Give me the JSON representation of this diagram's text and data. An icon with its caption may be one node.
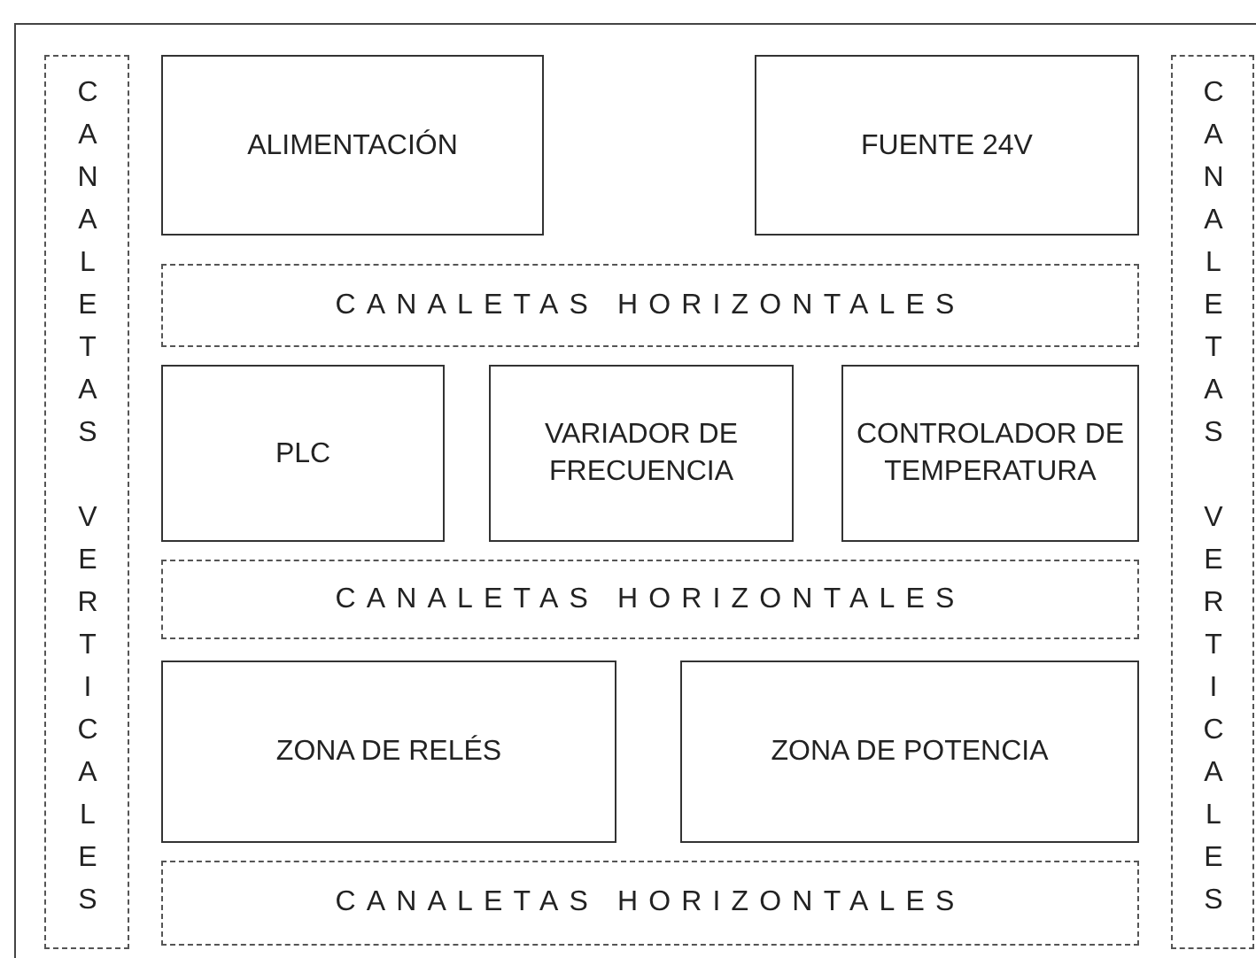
{
  "diagram": {
    "nodes": [
      {
        "text": [],
        "shape": "box"
      },
      {
        "text": [
          "CANALETAS VERTICALES"
        ],
        "in": 0
      },
      {
        "text": [
          "ALIMENTACIÓN"
        ],
        "in": 0
      },
      {
        "text": [
          "FUENTE 24V"
        ],
        "in": 0
      },
      {
        "text": [
          "CANALETAS VERTICALES"
        ],
        "in": 0
      },
      {
        "text": [
          "CANALETAS HORIZONTALES"
        ],
        "in": 0
      },
      {
        "text": [
          "PLC"
        ],
        "in": 0
      },
      {
        "text": [
          "VARIADOR DE FRECUENCIA"
        ],
        "in": 0
      },
      {
        "text": [
          "CONTROLADOR DE TEMPERATURA"
        ],
        "in": 0
      },
      {
        "text": [
          "CANALETAS HORIZONTALES"
        ],
        "in": 0
      },
      {
        "text": [
          "ZONA DE RELÉS"
        ],
        "in": 0
      },
      {
        "text": [
          "ZONA DE POTENCIA"
        ],
        "in": 0
      },
      {
        "text": [
          "CANALETAS HORIZONTALES"
        ],
        "in": 0
      }
    ]
  }
}
